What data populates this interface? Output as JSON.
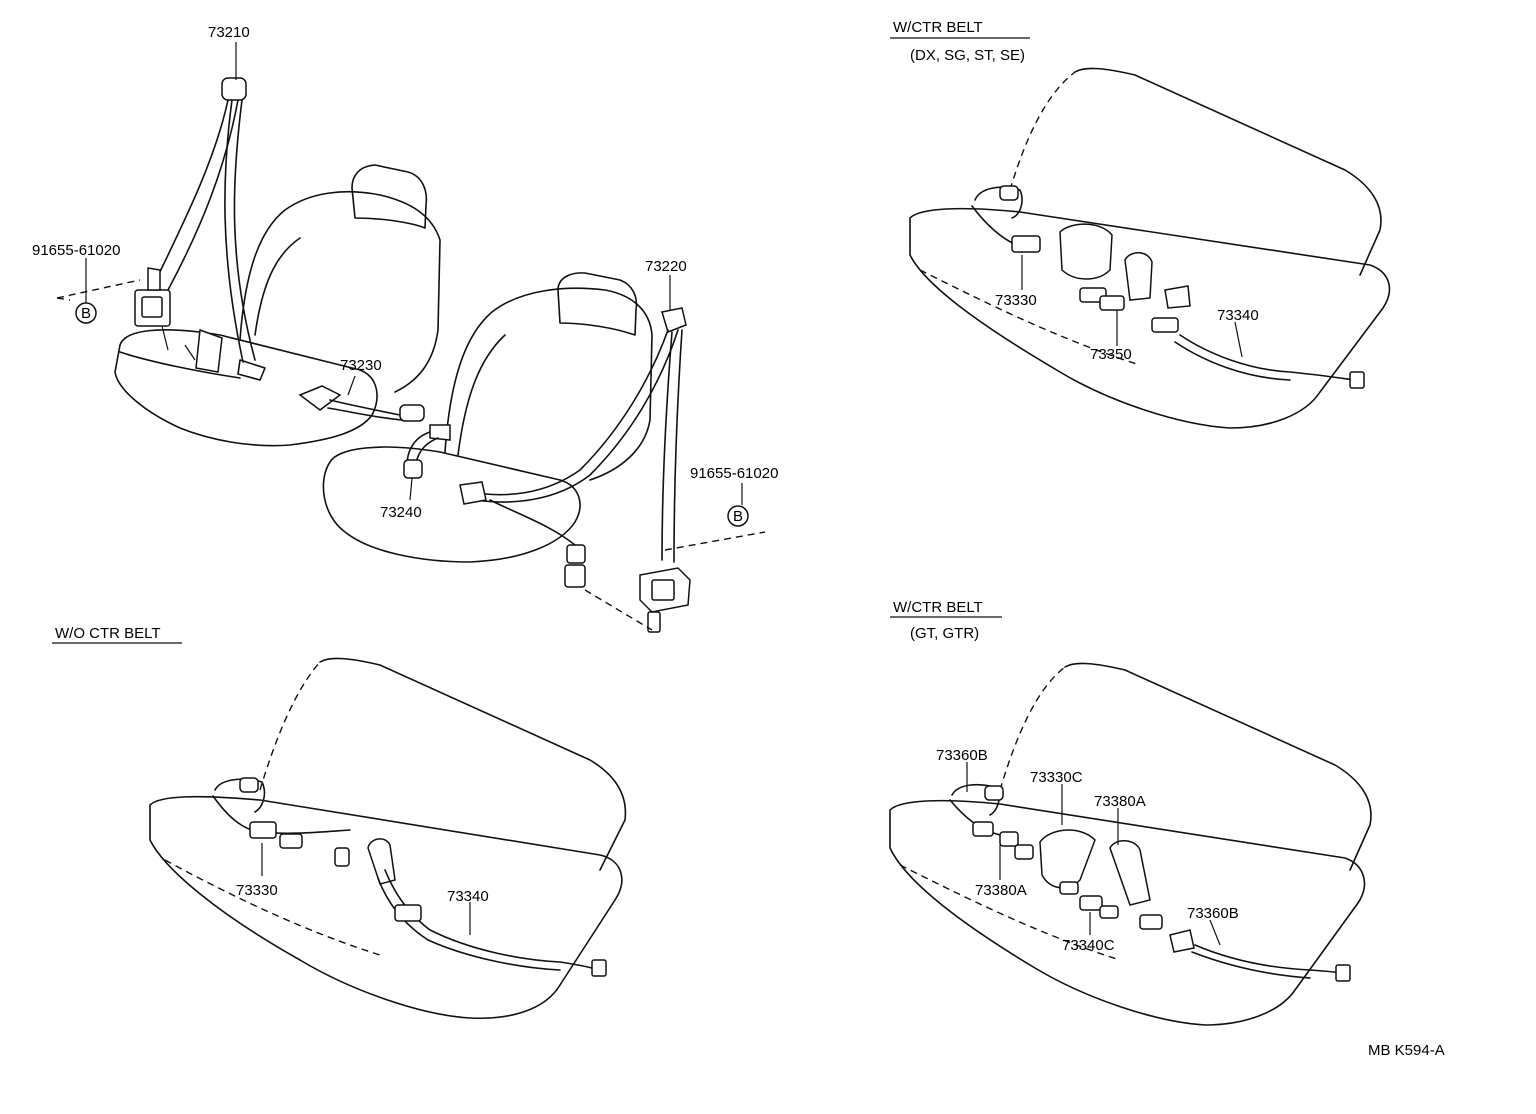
{
  "diagram": {
    "drawing_code": "MB K594-A",
    "sections": {
      "wo_ctr_belt": {
        "heading": "W/O CTR BELT"
      },
      "w_ctr_belt_dx": {
        "heading": "W/CTR BELT",
        "variants": "(DX, SG, ST, SE)"
      },
      "w_ctr_belt_gt": {
        "heading": "W/CTR BELT",
        "variants": "(GT, GTR)"
      }
    },
    "front": {
      "p73210": "73210",
      "p73220": "73220",
      "p73230": "73230",
      "p73240": "73240",
      "bolt_left": "91655-61020",
      "bolt_right": "91655-61020",
      "ref_b_left": "B",
      "ref_b_right": "B"
    },
    "rear_wo": {
      "p73330": "73330",
      "p73340": "73340"
    },
    "rear_dx": {
      "p73330": "73330",
      "p73340": "73340",
      "p73350": "73350"
    },
    "rear_gt": {
      "p73360B_left": "73360B",
      "p73330C": "73330C",
      "p73380A_right": "73380A",
      "p73380A_left": "73380A",
      "p73340C": "73340C",
      "p73360B_right": "73360B"
    }
  }
}
